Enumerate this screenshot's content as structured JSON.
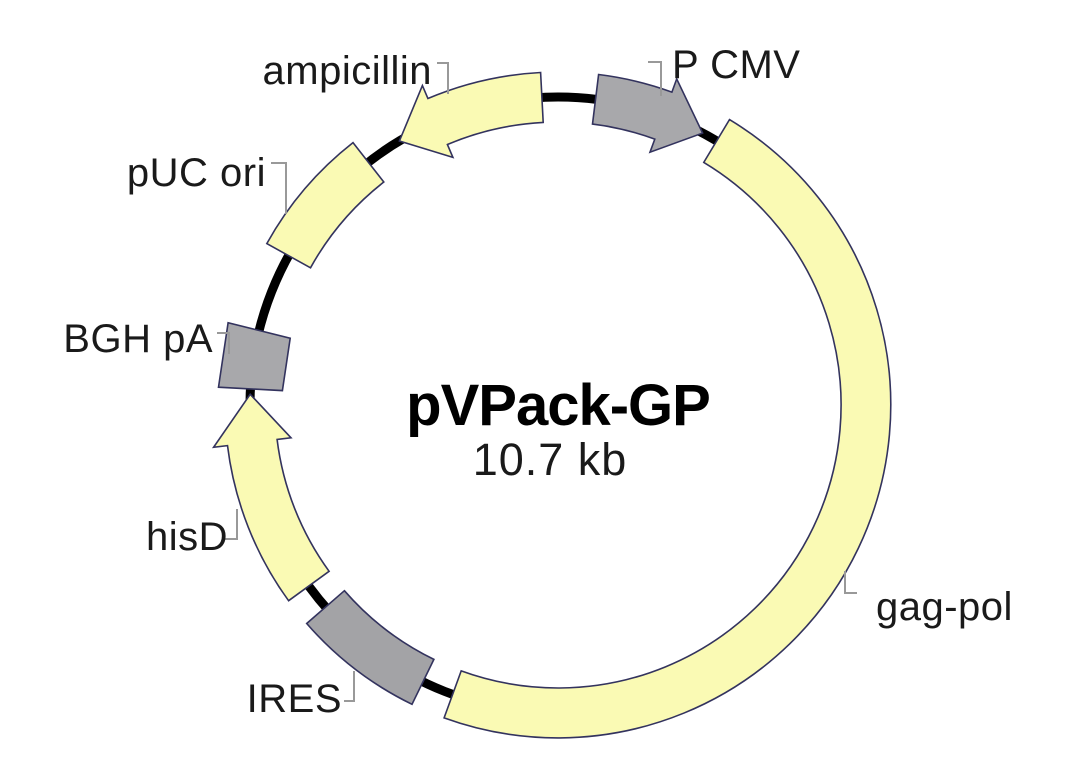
{
  "plasmid": {
    "name": "pVPack-GP",
    "size": "10.7 kb",
    "features": [
      {
        "label": "P CMV",
        "shape": "arc-arrow",
        "direction": "clockwise",
        "fill": "#A8A8AB"
      },
      {
        "label": "gag-pol",
        "shape": "arc-band",
        "direction": "none",
        "fill": "#FAFAB4"
      },
      {
        "label": "IRES",
        "shape": "arc-band",
        "direction": "none",
        "fill": "#A3A3A6"
      },
      {
        "label": "hisD",
        "shape": "arc-arrow",
        "direction": "clockwise",
        "fill": "#FAFAB4"
      },
      {
        "label": "BGH pA",
        "shape": "block",
        "direction": "none",
        "fill": "#A8A8AB"
      },
      {
        "label": "pUC ori",
        "shape": "arc-band",
        "direction": "none",
        "fill": "#FAFAB4"
      },
      {
        "label": "ampicillin",
        "shape": "arc-arrow",
        "direction": "counterclockwise",
        "fill": "#FAFAB4"
      }
    ],
    "colors": {
      "backbone": "#000000",
      "feature_yellow": "#FAFAB4",
      "feature_gray": "#A8A8AB",
      "outline": "#33335E",
      "leader": "#999999",
      "text": "#1A1A1A"
    }
  }
}
